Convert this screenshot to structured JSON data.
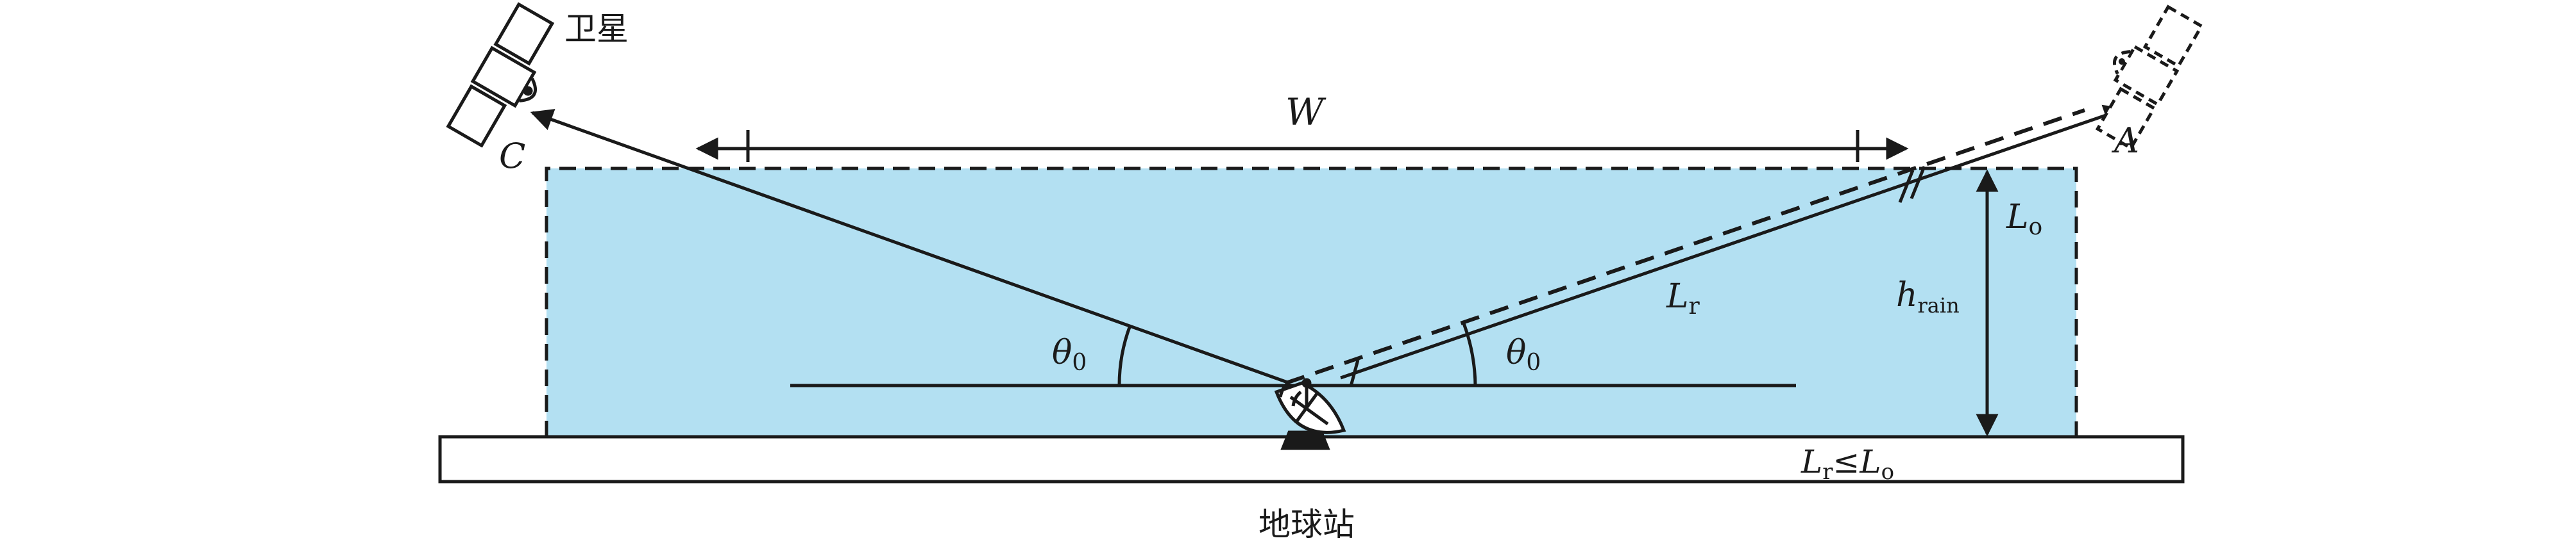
{
  "labels": {
    "satellite": "卫星",
    "earth_station": "地球站",
    "point_c": "C",
    "point_a": "A",
    "width": "W",
    "theta_left": "θ",
    "theta_right": "θ",
    "theta_sub": "0",
    "l_main": "L",
    "l_r_sub": "r",
    "l_o_sub": "o",
    "h_main": "h",
    "h_sub": "rain",
    "relation_l": "L",
    "relation_r": "r",
    "relation_op": "≤",
    "relation_l2": "L",
    "relation_o": "o"
  },
  "colors": {
    "rain_fill": "#b3e0f2",
    "stroke": "#1a1a1a"
  }
}
